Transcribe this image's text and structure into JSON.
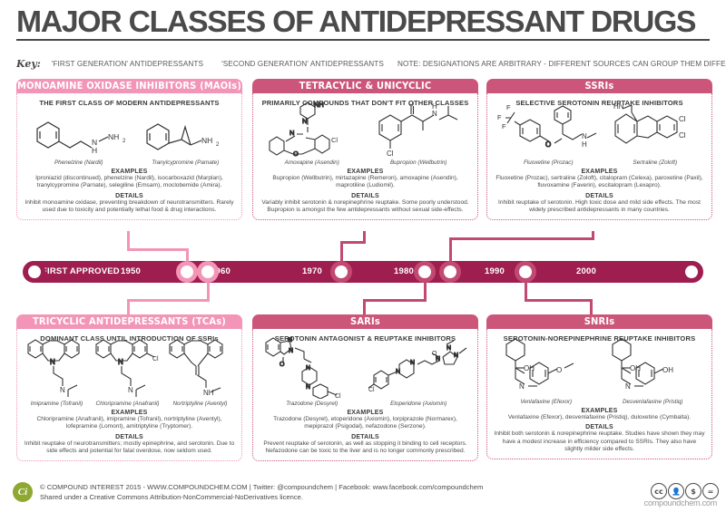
{
  "header": {
    "title": "MAJOR CLASSES OF ANTIDEPRESSANT DRUGS",
    "key_label": "Key:",
    "key_first": "'FIRST GENERATION' ANTIDEPRESSANTS",
    "key_second": "'SECOND GENERATION' ANTIDEPRESSANTS",
    "note": "NOTE: DESIGNATIONS ARE ARBITRARY - DIFFERENT SOURCES CAN GROUP THEM DIFFERENTLY"
  },
  "colors": {
    "first_generation": "#f295b6",
    "second_generation": "#cc5679",
    "timeline_bar": "#9e1e50",
    "title_grey": "#4a4a4a",
    "logo_green": "#8fa832"
  },
  "section_titles": {
    "examples": "EXAMPLES",
    "details": "DETAILS"
  },
  "panels": {
    "maoi": {
      "title": "MONOAMINE OXIDASE INHIBITORS (MAOIs)",
      "subtitle": "THE FIRST CLASS OF MODERN ANTIDEPRESSANTS",
      "generation": "first",
      "structures": [
        {
          "name": "Phenelzine (Nardil)"
        },
        {
          "name": "Tranylcypromine (Parnate)"
        }
      ],
      "examples": "Iproniazid (discontinued), phenelzine (Nardil), isocarboxazid (Marplan), tranylcypromine (Parnate), selegiline (Emsam), moclobemide (Amira).",
      "details": "Inhibit monoamine oxidase, preventing breakdown of neurotransmitters. Rarely used due to toxicity and potentially lethal food & drug interactions."
    },
    "tetracyclic": {
      "title": "TETRACYLIC & UNICYCLIC ANTIDEPRESSANTS",
      "subtitle": "PRIMARILY COMPOUNDS THAT DON'T FIT OTHER CLASSES",
      "generation": "second",
      "structures": [
        {
          "name": "Amoxapine (Asendin)"
        },
        {
          "name": "Bupropion (Wellbutrin)"
        }
      ],
      "examples": "Bupropion (Wellbutrin), mirtazapine (Remeron), amoxapine (Asendin), maprotiline (Ludiomil).",
      "details": "Variably inhibit serotonin & norepinephrine reuptake. Some poorly understood. Bupropion is amongst the few antidepressants without sexual side-effects."
    },
    "ssri": {
      "title": "SSRIs",
      "subtitle": "SELECTIVE SEROTONIN REUPTAKE INHIBITORS",
      "generation": "second",
      "structures": [
        {
          "name": "Fluoxetine (Prozac)"
        },
        {
          "name": "Sertraline (Zoloft)"
        }
      ],
      "examples": "Fluoxetine (Prozac), sertraline (Zoloft), citalopram (Celexa), paroxetine (Paxil), fluvoxamine (Faverin), escitalopram (Lexapro).",
      "details": "Inhibit reuptake of serotonin. High toxic dose and mild side effects. The most widely prescribed antidepressants in many countries."
    },
    "tca": {
      "title": "TRICYCLIC ANTIDEPRESSANTS (TCAs)",
      "subtitle": "DOMINANT CLASS UNTIL INTRODUCTION OF SSRIs",
      "generation": "first",
      "structures": [
        {
          "name": "Imipramine (Tofranil)"
        },
        {
          "name": "Chloripramine (Anafranil)"
        },
        {
          "name": "Nortriptyline (Aventyl)"
        }
      ],
      "examples": "Chloripramine (Anafranil), imipramine (Tofranil), nortriptyline (Aventyl), lofepramine (Lomont), amitriptyline (Tryptomer).",
      "details": "Inhibit reuptake of neurotransmitters; mostly epinephrine, and serotonin. Due to side effects and potential for fatal overdose, now seldom used."
    },
    "sari": {
      "title": "SARIs",
      "subtitle": "SEROTONIN ANTAGONIST & REUPTAKE INHIBITORS",
      "generation": "second",
      "structures": [
        {
          "name": "Trazodone (Desyrel)"
        },
        {
          "name": "Etoperidone (Axiomin)"
        }
      ],
      "examples": "Trazodone (Desyrel), etoperidone (Axiomin), lorpiprazole (Normarex), mepiprazol (Psigodal), nefazodone (Serzone).",
      "details": "Prevent reuptake of serotonin, as well as stopping it binding to cell receptors. Nefazodone can be toxic to the liver and is no longer commonly prescribed."
    },
    "snri": {
      "title": "SNRIs",
      "subtitle": "SEROTONIN-NOREPINEPHRINE REUPTAKE INHIBITORS",
      "generation": "second",
      "structures": [
        {
          "name": "Venlafaxine (Efexor)"
        },
        {
          "name": "Desvenlafaxine (Pristiq)"
        }
      ],
      "examples": "Venlafaxine (Efexor), desvenlafaxine (Pristiq), duloxetine (Cymbalta).",
      "details": "Inhibit both serotonin & norepinephrine reuptake. Studies have shown they may have a modest increase in efficiency compared to SSRIs. They also have slightly milder side effects."
    }
  },
  "timeline": {
    "first_approved_label": "FIRST APPROVED",
    "decades": [
      "1950",
      "1960",
      "1970",
      "1980",
      "1990",
      "2000"
    ]
  },
  "footer": {
    "logo": "Ci",
    "line1": "© COMPOUND INTEREST 2015 - WWW.COMPOUNDCHEM.COM | Twitter: @compoundchem | Facebook: www.facebook.com/compoundchem",
    "line2": "Shared under a Creative Commons Attribution-NonCommercial-NoDerivatives licence.",
    "cc_badges": [
      "cc",
      "by",
      "nc",
      "nd"
    ],
    "watermark": "compoundchem.com"
  }
}
